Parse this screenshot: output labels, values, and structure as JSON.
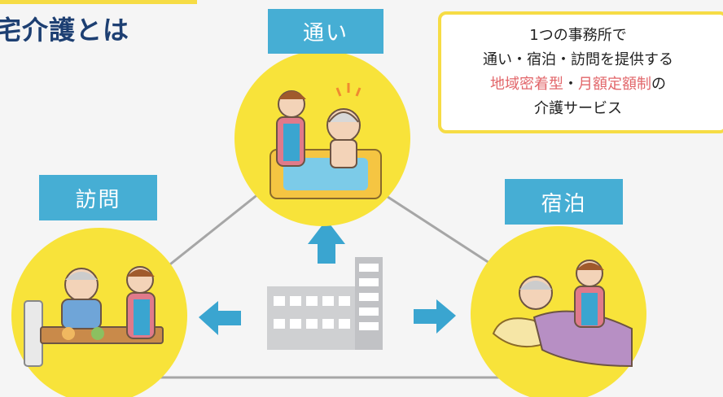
{
  "title": "宅介護とは",
  "labels": {
    "day": "通い",
    "visit": "訪問",
    "stay": "宿泊"
  },
  "infobox": {
    "line1": "1つの事務所で",
    "line2": "通い・宿泊・訪問を提供する",
    "line3_part1": "地域密着型",
    "line3_sep": "・",
    "line3_part2": "月額定額制",
    "line3_suffix": "の",
    "line4": "介護サービス"
  },
  "colors": {
    "label_blue": "#46aed4",
    "circle_yellow": "#f8e33a",
    "accent_red": "#e2666a",
    "title_navy": "#1d3f72",
    "border_yellow": "#f6dc45"
  }
}
